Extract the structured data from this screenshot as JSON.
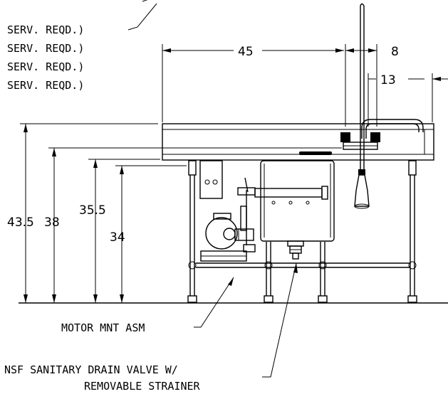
{
  "notes": {
    "serv_lines": [
      "SERV. REQD.)",
      "SERV. REQD.)",
      "SERV. REQD.)",
      "SERV. REQD.)"
    ]
  },
  "dimensions": {
    "width_main": "45",
    "width_small": "8",
    "offset": "13",
    "height_total": "43.5",
    "height_backsplash": "38",
    "height_rim": "35.5",
    "height_deck": "34"
  },
  "callouts": {
    "motor": "MOTOR MNT ASM",
    "drain_line1": "NSF SANITARY DRAIN VALVE W/",
    "drain_line2": "REMOVABLE STRAINER"
  }
}
